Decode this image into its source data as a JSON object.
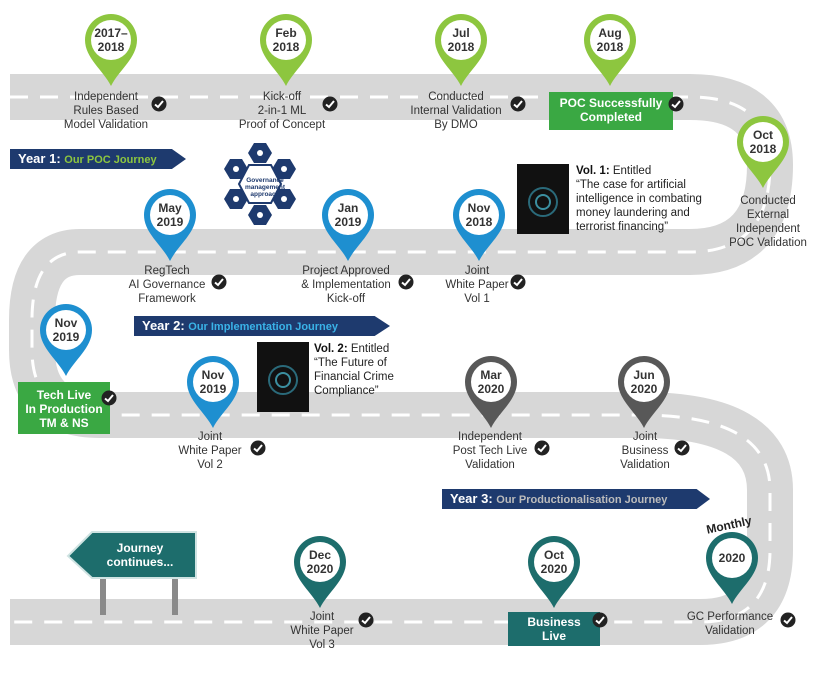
{
  "colors": {
    "road": "#d7d7d7",
    "road_line": "#ffffff",
    "green": "#8dc63f",
    "green_dark": "#3aa843",
    "blue": "#1e8fd0",
    "gray_pin": "#585858",
    "teal": "#1d6d6c",
    "navy": "#1e3a6e"
  },
  "pins": [
    {
      "id": "pin-2017-2018",
      "line1": "2017–",
      "line2": "2018",
      "color": "green"
    },
    {
      "id": "pin-feb-2018",
      "line1": "Feb",
      "line2": "2018",
      "color": "green"
    },
    {
      "id": "pin-jul-2018",
      "line1": "Jul",
      "line2": "2018",
      "color": "green"
    },
    {
      "id": "pin-aug-2018",
      "line1": "Aug",
      "line2": "2018",
      "color": "green"
    },
    {
      "id": "pin-oct-2018",
      "line1": "Oct",
      "line2": "2018",
      "color": "green"
    },
    {
      "id": "pin-nov-2018",
      "line1": "Nov",
      "line2": "2018",
      "color": "blue"
    },
    {
      "id": "pin-jan-2019",
      "line1": "Jan",
      "line2": "2019",
      "color": "blue"
    },
    {
      "id": "pin-may-2019",
      "line1": "May",
      "line2": "2019",
      "color": "blue"
    },
    {
      "id": "pin-nov-2019-a",
      "line1": "Nov",
      "line2": "2019",
      "color": "blue"
    },
    {
      "id": "pin-nov-2019-b",
      "line1": "Nov",
      "line2": "2019",
      "color": "blue"
    },
    {
      "id": "pin-mar-2020",
      "line1": "Mar",
      "line2": "2020",
      "color": "gray"
    },
    {
      "id": "pin-jun-2020",
      "line1": "Jun",
      "line2": "2020",
      "color": "gray"
    },
    {
      "id": "pin-monthly-2020",
      "line1": "2020",
      "line2": "",
      "color": "teal"
    },
    {
      "id": "pin-oct-2020",
      "line1": "Oct",
      "line2": "2020",
      "color": "teal"
    },
    {
      "id": "pin-dec-2020",
      "line1": "Dec",
      "line2": "2020",
      "color": "teal"
    }
  ],
  "milestones": {
    "m1": [
      "Independent",
      "Rules Based",
      "Model Validation"
    ],
    "m2": [
      "Kick-off",
      "2-in-1 ML",
      "Proof of Concept"
    ],
    "m3": [
      "Conducted",
      "Internal Validation",
      "By DMO"
    ],
    "m4": [
      "POC Successfully",
      "Completed"
    ],
    "m5": [
      "Conducted",
      "External",
      "Independent",
      "POC Validation"
    ],
    "m6": [
      "Joint",
      "White Paper",
      "Vol 1"
    ],
    "m7": [
      "Project Approved",
      "& Implementation",
      "Kick-off"
    ],
    "m8": [
      "RegTech",
      "AI Governance",
      "Framework"
    ],
    "m9": [
      "Tech Live",
      "In Production",
      "TM & NS"
    ],
    "m10": [
      "Joint",
      "White Paper",
      "Vol 2"
    ],
    "m11": [
      "Independent",
      "Post Tech Live",
      "Validation"
    ],
    "m12": [
      "Joint",
      "Business",
      "Validation"
    ],
    "m13": [
      "GC Performance",
      "Validation"
    ],
    "m14": [
      "Business",
      "Live"
    ],
    "m15": [
      "Joint",
      "White Paper",
      "Vol 3"
    ]
  },
  "banners": {
    "year1": {
      "bold": "Year 1: ",
      "sub": "Our POC Journey"
    },
    "year2": {
      "bold": "Year 2: ",
      "sub": "Our Implementation Journey"
    },
    "year3": {
      "bold": "Year 3: ",
      "sub": "Our Productionalisation Journey"
    }
  },
  "vol1": {
    "bold": "Vol. 1:",
    "rest": " Entitled",
    "lines": [
      "“The case for artificial",
      "intelligence in combating",
      "money laundering and",
      "terrorist financing”"
    ]
  },
  "vol2": {
    "bold": "Vol. 2:",
    "rest": " Entitled",
    "lines": [
      "“The Future of",
      "Financial Crime",
      "Compliance”"
    ]
  },
  "monthly": "Monthly",
  "sign": [
    "Journey",
    "continues..."
  ],
  "hex_center": [
    "Governance",
    "management",
    "approach"
  ]
}
